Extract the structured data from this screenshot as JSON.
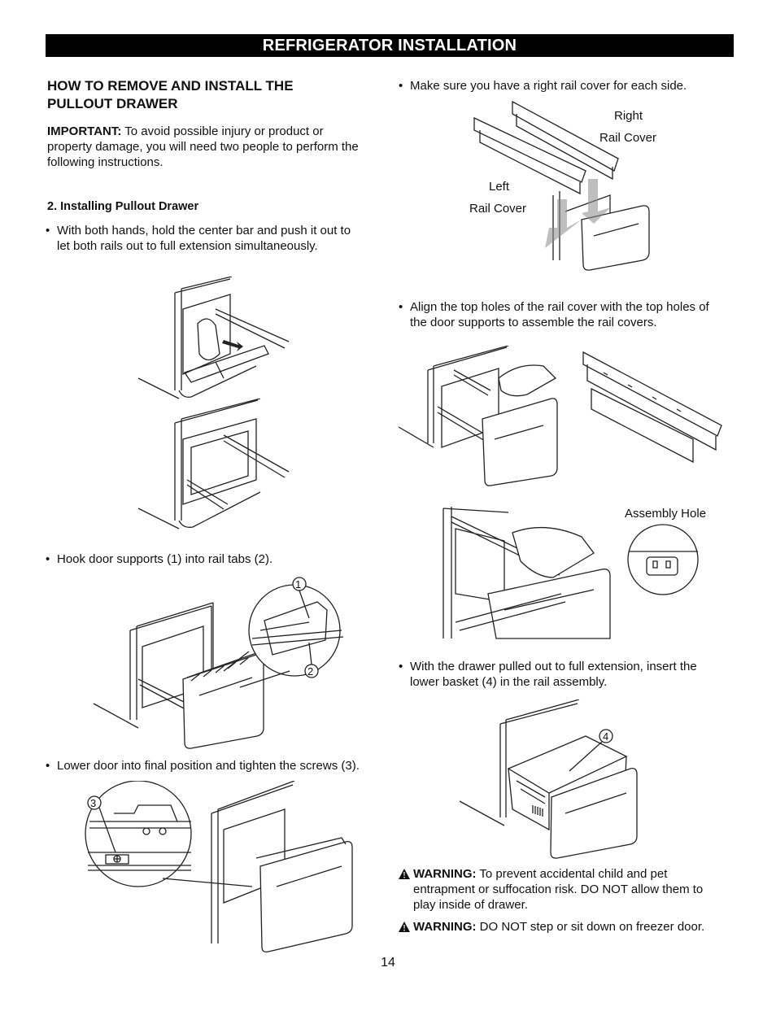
{
  "header": {
    "title": "REFRIGERATOR INSTALLATION"
  },
  "left": {
    "heading_line1": "HOW TO REMOVE AND INSTALL THE",
    "heading_line2": "PULLOUT DRAWER",
    "important_label": "IMPORTANT:",
    "important_line1": " To avoid possible injury or product or",
    "important_line2": "property damage, you will need two people to perform the",
    "important_line3": "following instructions.",
    "step_title": "2. Installing Pullout Drawer",
    "bullet1_line1": "With both hands, hold the center bar and push it out to",
    "bullet1_line2": "let both rails out to full extension simultaneously.",
    "bullet2": "Hook door supports (1) into rail tabs (2).",
    "callout1": "1",
    "callout2": "2",
    "bullet3": "Lower door into final position and tighten the screws (3).",
    "callout3": "3"
  },
  "right": {
    "bullet1": "Make sure you have a right rail cover for each side.",
    "right_label_line1": "Right",
    "right_label_line2": "Rail Cover",
    "left_label_line1": "Left",
    "left_label_line2": "Rail Cover",
    "bullet2_line1": "Align the top holes of the rail cover with the top holes of",
    "bullet2_line2": "the door supports to assemble the rail covers.",
    "assembly_label": "Assembly Hole",
    "bullet3_line1": "With the drawer pulled out to full extension, insert the",
    "bullet3_line2": "lower basket (4) in the rail assembly.",
    "callout4": "4",
    "warning1_label": "WARNING:",
    "warning1_line1": " To prevent accidental child and pet",
    "warning1_line2": "entrapment or suffocation risk. DO NOT allow them to",
    "warning1_line3": "play inside of drawer.",
    "warning2_label": "WARNING:",
    "warning2_text": " DO NOT step or sit down on freezer door."
  },
  "footer": {
    "page_number": "14"
  }
}
